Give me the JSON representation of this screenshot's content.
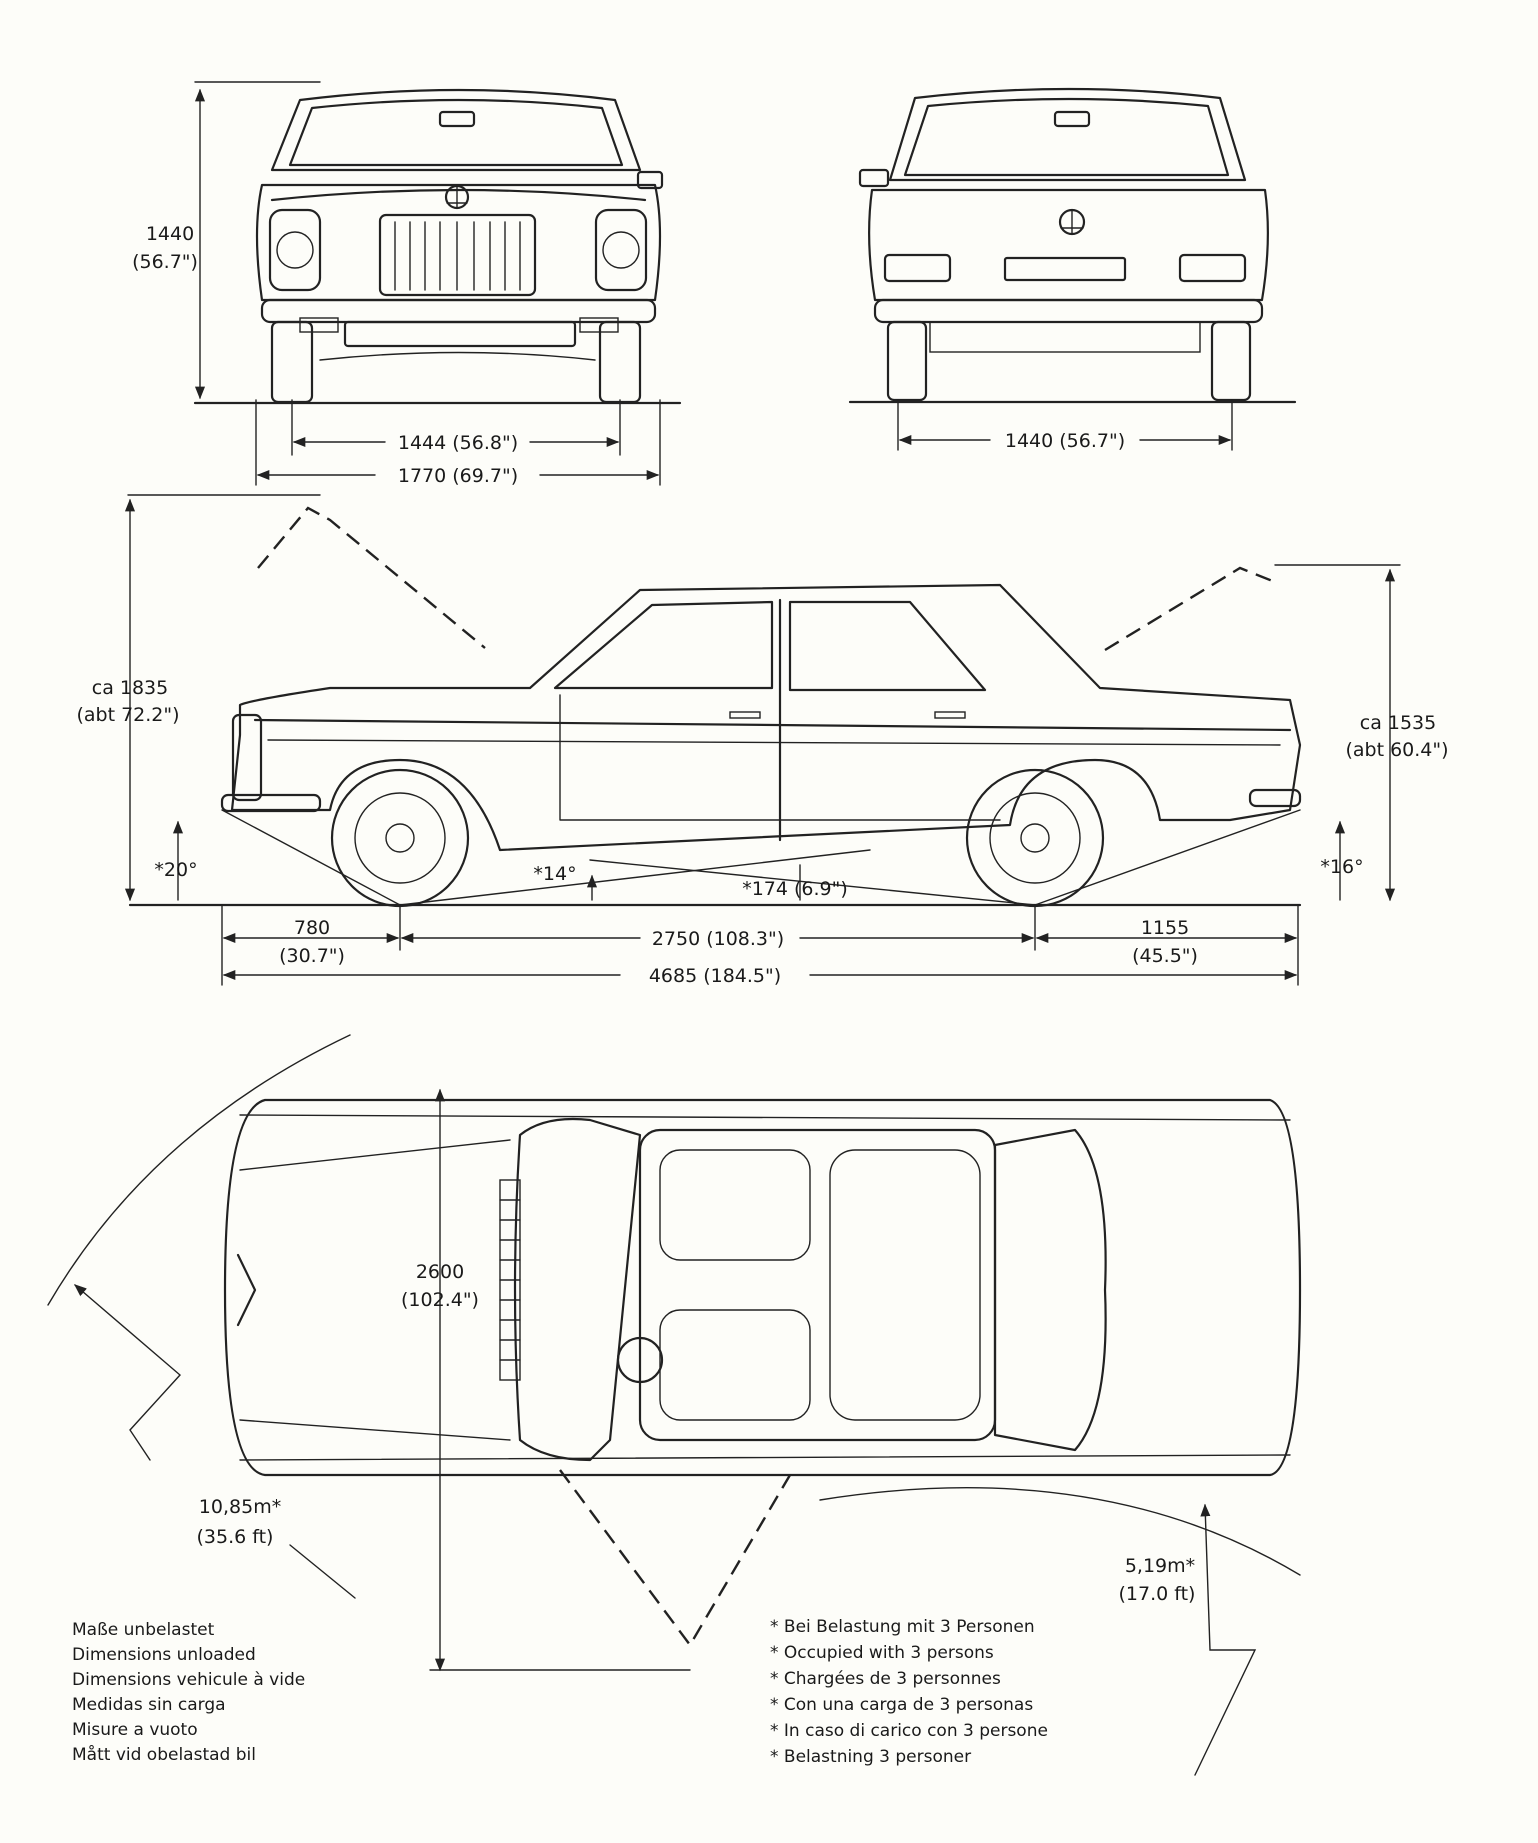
{
  "front_view": {
    "height": "1440",
    "height_in": "(56.7\")",
    "track": "1444 (56.8\")",
    "width": "1770 (69.7\")"
  },
  "rear_view": {
    "track": "1440 (56.7\")"
  },
  "side_view": {
    "height_open": "ca 1835",
    "height_open_in": "(abt 72.2\")",
    "height_trunk": "ca 1535",
    "height_trunk_in": "(abt 60.4\")",
    "angle_front": "*20°",
    "angle_rear": "*16°",
    "angle_ramp": "*14°",
    "ground_clearance": "*174 (6.9\")",
    "overhang_front": "780",
    "overhang_front_in": "(30.7\")",
    "wheelbase": "2750 (108.3\")",
    "overhang_rear": "1155",
    "overhang_rear_in": "(45.5\")",
    "length": "4685 (184.5\")"
  },
  "top_view": {
    "door_width": "2600",
    "door_width_in": "(102.4\")",
    "turning_circle": "10,85m*",
    "turning_circle_ft": "(35.6 ft)",
    "inner_circle": "5,19m*",
    "inner_circle_ft": "(17.0 ft)"
  },
  "legend_left": [
    "Maße unbelastet",
    "Dimensions unloaded",
    "Dimensions vehicule à vide",
    "Medidas sin carga",
    "Misure a vuoto",
    "Mått vid obelastad bil"
  ],
  "legend_right": [
    "* Bei Belastung mit 3 Personen",
    "* Occupied with 3 persons",
    "* Chargées de 3 personnes",
    "* Con una carga de 3 personas",
    "* In caso di carico con 3 persone",
    "* Belastning 3 personer"
  ]
}
